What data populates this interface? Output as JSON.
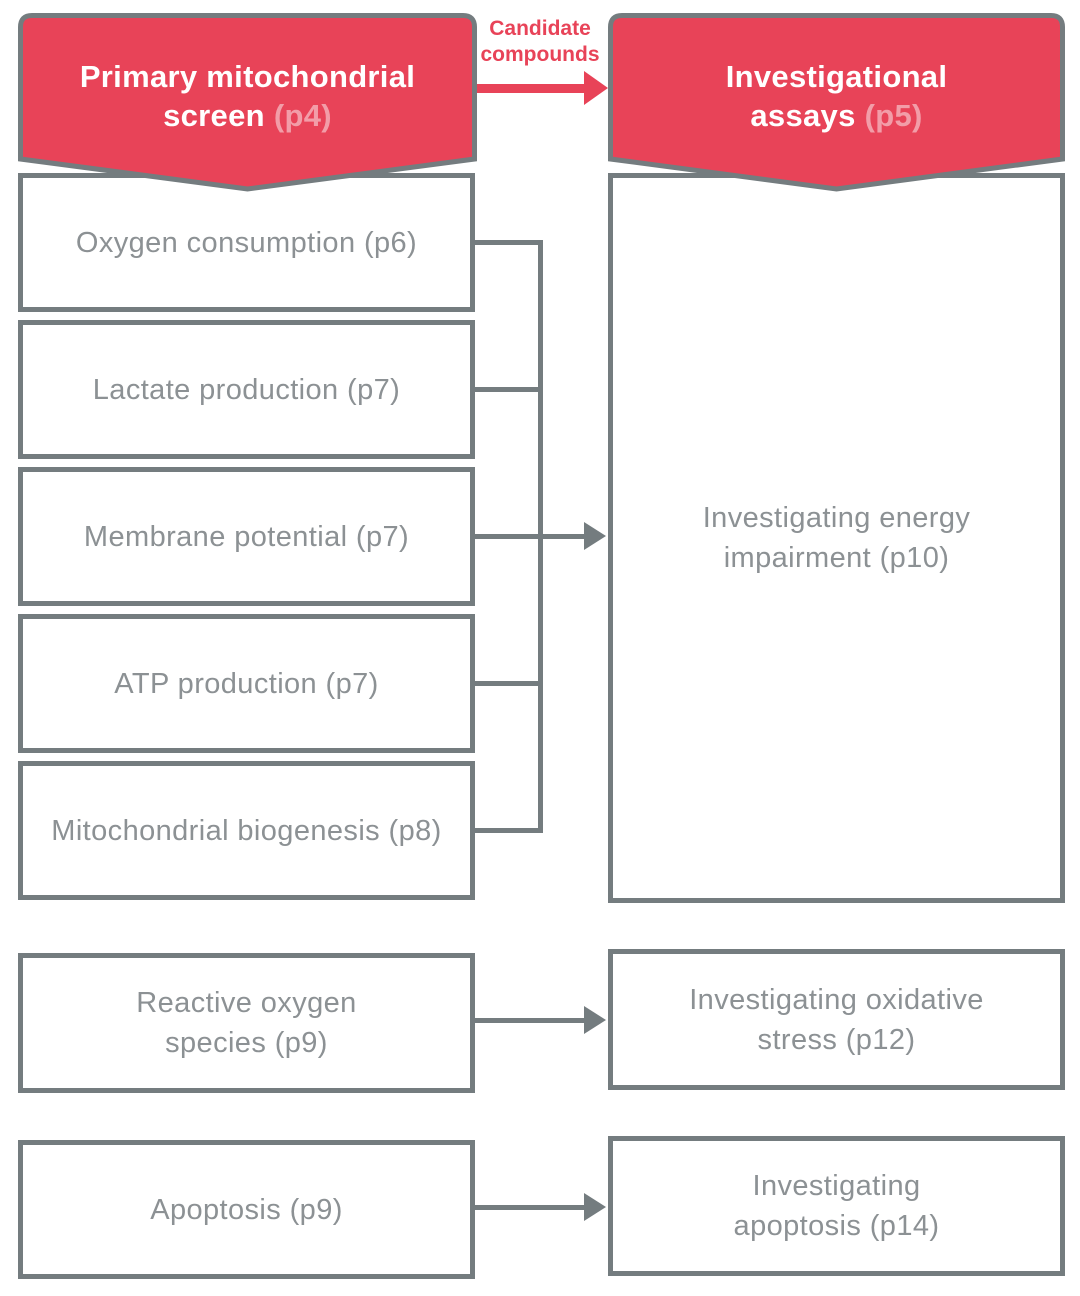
{
  "colors": {
    "red": "#E84358",
    "pink": "#F29DA8",
    "border_gray": "#747C7F",
    "text_gray": "#8C9194"
  },
  "header": {
    "left_banner": {
      "label": "Primary mitochondrial screen",
      "page": "(p4)"
    },
    "right_banner": {
      "label": "Investigational assays",
      "page": "(p5)"
    },
    "arrow_label": "Candidate compounds"
  },
  "primary_screen": {
    "items": [
      {
        "label": "Oxygen consumption (p6)"
      },
      {
        "label": "Lactate production (p7)"
      },
      {
        "label": "Membrane potential (p7)"
      },
      {
        "label": "ATP production (p7)"
      },
      {
        "label": "Mitochondrial biogenesis (p8)"
      }
    ]
  },
  "secondary_screen": {
    "reactive_oxygen": {
      "label": "Reactive oxygen species (p9)"
    },
    "apoptosis": {
      "label": "Apoptosis (p9)"
    }
  },
  "investigational": {
    "energy": {
      "label": "Investigating energy impairment (p10)"
    },
    "oxidative": {
      "label": "Investigating oxidative stress (p12)"
    },
    "apoptosis": {
      "label": "Investigating apoptosis (p14)"
    }
  }
}
